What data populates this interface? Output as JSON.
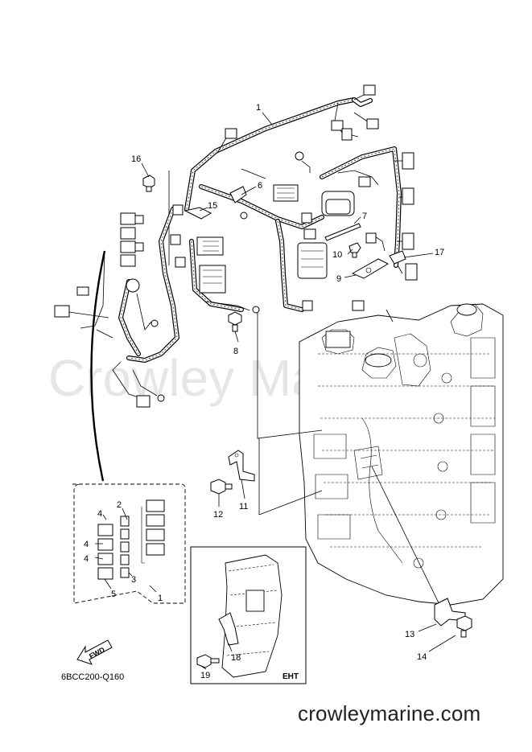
{
  "diagram": {
    "drawing_code": "6BCC200-Q160",
    "inset_label": "EHT",
    "fwd_label": "FWD",
    "website": "crowleymarine.com",
    "watermark": "Crowley Marine",
    "callouts": {
      "c1": "1",
      "c2": "2",
      "c3": "3",
      "c4a": "4",
      "c4b": "4",
      "c4c": "4",
      "c5": "5",
      "c1b": "1",
      "c6": "6",
      "c7": "7",
      "c8": "8",
      "c9": "9",
      "c10": "10",
      "c11": "11",
      "c12": "12",
      "c13": "13",
      "c14": "14",
      "c15": "15",
      "c16": "16",
      "c17": "17",
      "c18": "18",
      "c19": "19"
    }
  }
}
